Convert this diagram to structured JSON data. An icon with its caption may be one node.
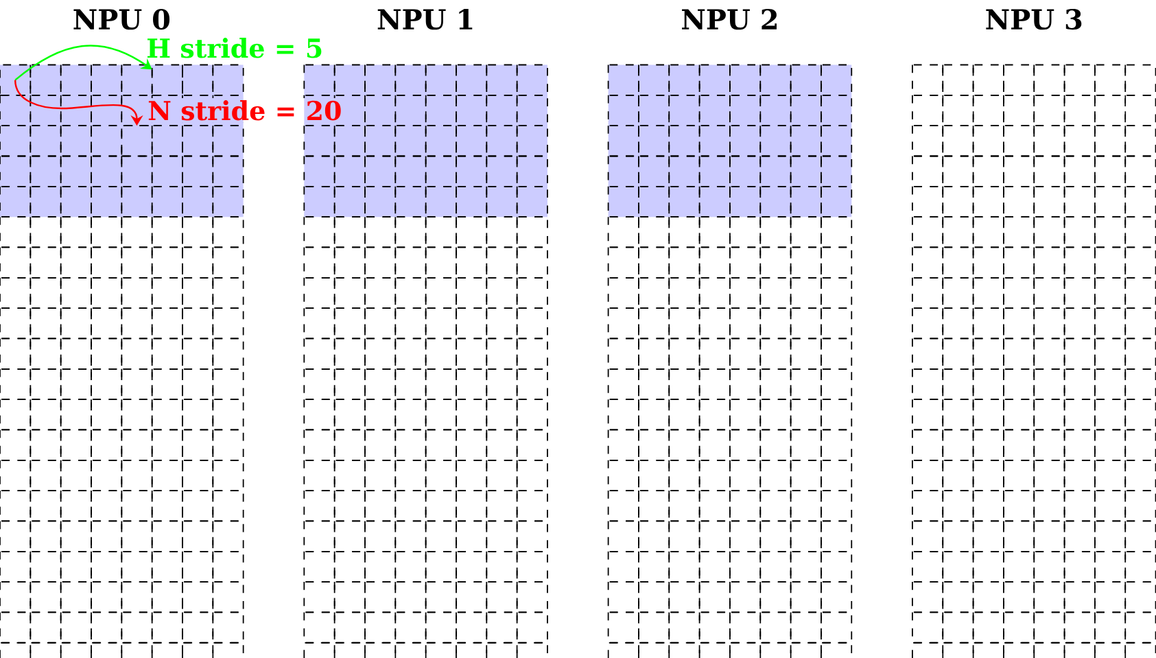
{
  "diagram": {
    "nodes": [
      {
        "text": [
          "NPU 0"
        ]
      },
      {
        "text": [],
        "shape": "box",
        "in": 0
      },
      {
        "text": [],
        "shape": "box",
        "in": 0
      },
      {
        "text": [],
        "shape": "box",
        "in": 0
      },
      {
        "text": [
          "NPU 1"
        ]
      },
      {
        "text": [
          "NPU 2"
        ]
      },
      {
        "text": [
          "NPU 3"
        ]
      }
    ],
    "edges": [
      {
        "from": 1,
        "to": 2,
        "arrow": "to",
        "label": "H stride = 5",
        "color": "#00ff00"
      },
      {
        "from": 1,
        "to": 3,
        "arrow": "to",
        "label": "N stride = 20",
        "color": "#ff0000"
      }
    ]
  }
}
